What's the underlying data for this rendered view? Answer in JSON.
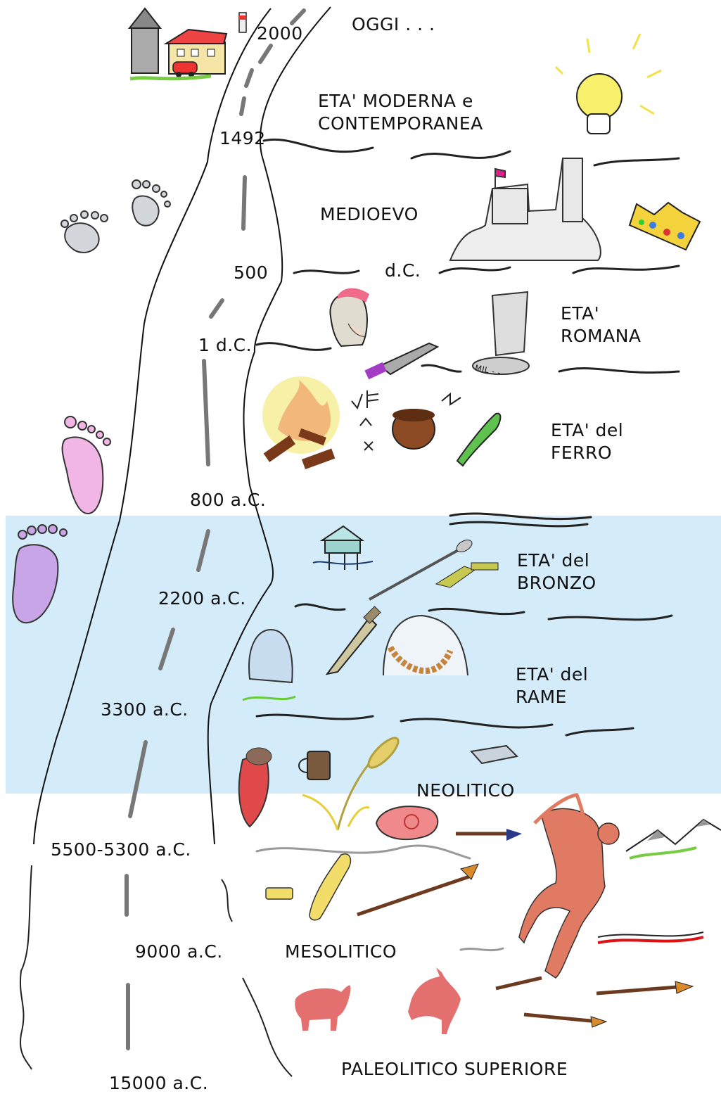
{
  "highlight_color": "#d4ecfa",
  "dates": {
    "d2000": "2000",
    "d1492": "1492",
    "d500": "500",
    "d1dc": "1 d.C.",
    "d800ac": "800 a.C.",
    "d2200ac": "2200 a.C.",
    "d3300ac": "3300 a.C.",
    "d5500ac": "5500-5300 a.C.",
    "d9000ac": "9000 a.C.",
    "d15000ac": "15000 a.C."
  },
  "eras": {
    "oggi": "OGGI . . .",
    "moderna_1": "ETA' MODERNA e",
    "moderna_2": "CONTEMPORANEA",
    "medioevo": "MEDIOEVO",
    "dc": "d.C.",
    "romana_1": "ETA'",
    "romana_2": "ROMANA",
    "ferro_1": "ETA' del",
    "ferro_2": "FERRO",
    "bronzo_1": "ETA' del",
    "bronzo_2": "BRONZO",
    "rame_1": "ETA' del",
    "rame_2": "RAME",
    "neolitico": "NEOLITICO",
    "mesolitico": "MESOLITICO",
    "paleolitico": "PALEOLITICO SUPERIORE"
  },
  "illustrations": {
    "house_text": "",
    "column_text": "MIL - -",
    "icons": [
      "tower-house-icon",
      "car-icon",
      "lightbulb-icon",
      "castle-icon",
      "crown-icon",
      "footprint-icon",
      "roman-helmet-icon",
      "sword-icon",
      "column-icon",
      "fire-icon",
      "vase-icon",
      "stilt-house-icon",
      "spear-icon",
      "dagger-icon",
      "statue-stele-icon",
      "necklace-icon",
      "wheat-icon",
      "cup-icon",
      "bow-archer-icon",
      "arrow-icon",
      "bull-icon",
      "mountain-icon"
    ]
  }
}
